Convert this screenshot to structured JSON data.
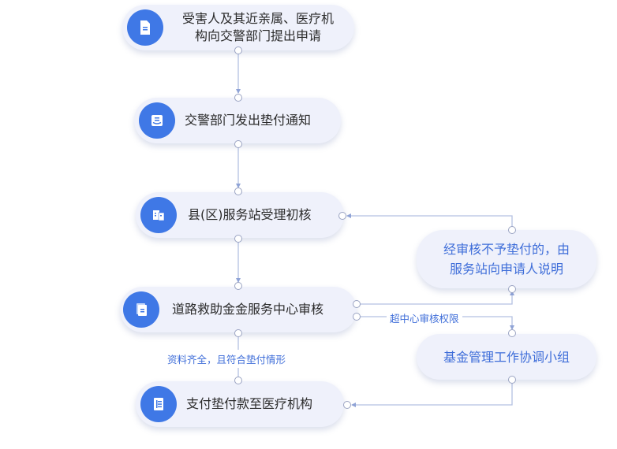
{
  "diagram": {
    "steps": [
      {
        "id": "apply",
        "label_line1": "受害人及其近亲属、医疗机",
        "label_line2": "构向交警部门提出申请",
        "icon": "document-icon"
      },
      {
        "id": "notice",
        "label": "交警部门发出垫付通知",
        "icon": "inbox-icon"
      },
      {
        "id": "county",
        "label": "县(区)服务站受理初核",
        "icon": "building-icon"
      },
      {
        "id": "center",
        "label": "道路救助金金服务中心审核",
        "icon": "files-icon"
      },
      {
        "id": "pay",
        "label": "支付垫付款至医疗机构",
        "icon": "list-document-icon"
      }
    ],
    "side_nodes": [
      {
        "id": "reject",
        "label_line1": "经审核不予垫付的，由",
        "label_line2": "服务站向申请人说明"
      },
      {
        "id": "group",
        "label": "基金管理工作协调小组"
      }
    ],
    "edge_labels": {
      "over_authority": "超中心审核权限",
      "qualified": "资料齐全，且符合垫付情形"
    },
    "colors": {
      "accent": "#3f78e6",
      "node_bg": "#eff1fb",
      "line": "#a9b8dc",
      "side_text": "#3f6ed9"
    }
  }
}
